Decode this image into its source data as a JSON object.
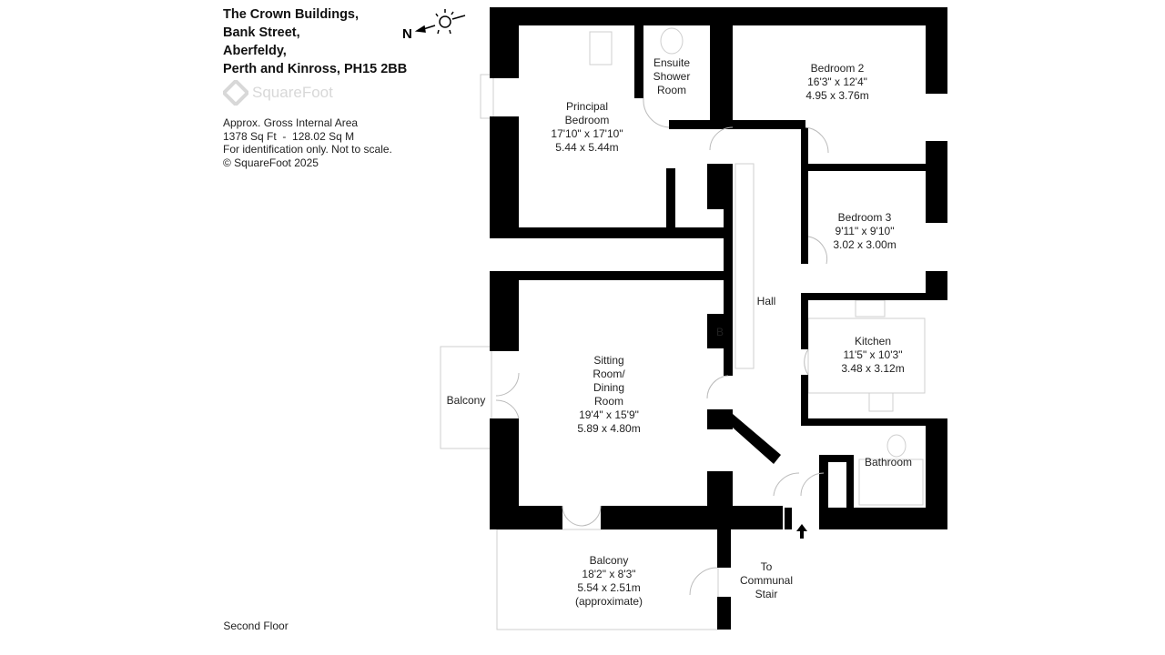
{
  "address": {
    "line1": "The Crown Buildings,",
    "line2": "Bank Street,",
    "line3": "Aberfeldy,",
    "line4": "Perth and Kinross, PH15 2BB"
  },
  "logo": {
    "text": "SquareFoot"
  },
  "info": {
    "line1": "Approx. Gross Internal Area",
    "line2": "1378 Sq Ft  -  128.02 Sq M",
    "line3": "For identification only. Not to scale.",
    "line4": "© SquareFoot 2025"
  },
  "compass": {
    "label": "N"
  },
  "rooms": {
    "principal": {
      "name1": "Principal",
      "name2": "Bedroom",
      "imperial": "17'10\" x 17'10\"",
      "metric": "5.44 x 5.44m"
    },
    "ensuite": {
      "name1": "Ensuite",
      "name2": "Shower",
      "name3": "Room"
    },
    "bedroom2": {
      "name": "Bedroom 2",
      "imperial": "16'3\" x 12'4\"",
      "metric": "4.95 x 3.76m"
    },
    "bedroom3": {
      "name": "Bedroom 3",
      "imperial": "9'11\" x 9'10\"",
      "metric": "3.02 x 3.00m"
    },
    "hall": {
      "name": "Hall"
    },
    "cupboard": {
      "name": "B"
    },
    "kitchen": {
      "name": "Kitchen",
      "imperial": "11'5\" x 10'3\"",
      "metric": "3.48 x 3.12m"
    },
    "sitting": {
      "name1": "Sitting",
      "name2": "Room/",
      "name3": "Dining",
      "name4": "Room",
      "imperial": "19'4\" x 15'9\"",
      "metric": "5.89 x 4.80m"
    },
    "balcony_side": {
      "name": "Balcony"
    },
    "bathroom": {
      "name": "Bathroom"
    },
    "balcony_main": {
      "name": "Balcony",
      "imperial": "18'2\" x 8'3\"",
      "metric": "5.54 x 2.51m",
      "note": "(approximate)"
    },
    "stair": {
      "line1": "To",
      "line2": "Communal",
      "line3": "Stair"
    }
  },
  "floor_label": "Second Floor"
}
